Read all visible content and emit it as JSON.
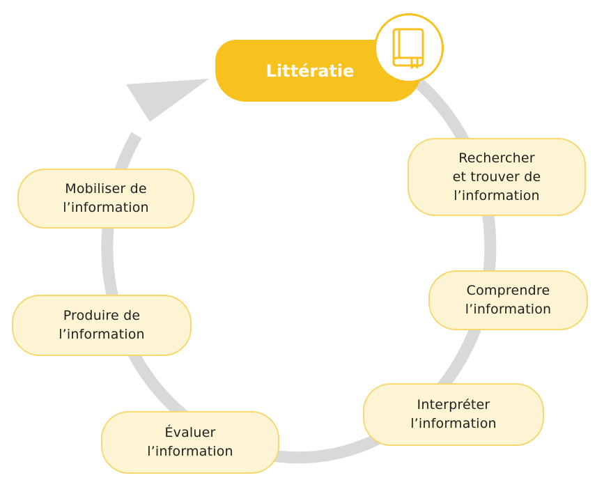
{
  "title": "Littératie",
  "icon": "book-icon",
  "colors": {
    "accent": "#f8c21e",
    "step_fill": "#fdf4d3",
    "step_border": "#f6d770",
    "ring": "#d9d9d9"
  },
  "steps": [
    {
      "label": "Rechercher\net trouver de\nl’information"
    },
    {
      "label": "Comprendre\nl’information"
    },
    {
      "label": "Interpréter\nl’information"
    },
    {
      "label": "Évaluer\nl’information"
    },
    {
      "label": "Produire de\nl’information"
    },
    {
      "label": "Mobiliser de\nl’information"
    }
  ]
}
